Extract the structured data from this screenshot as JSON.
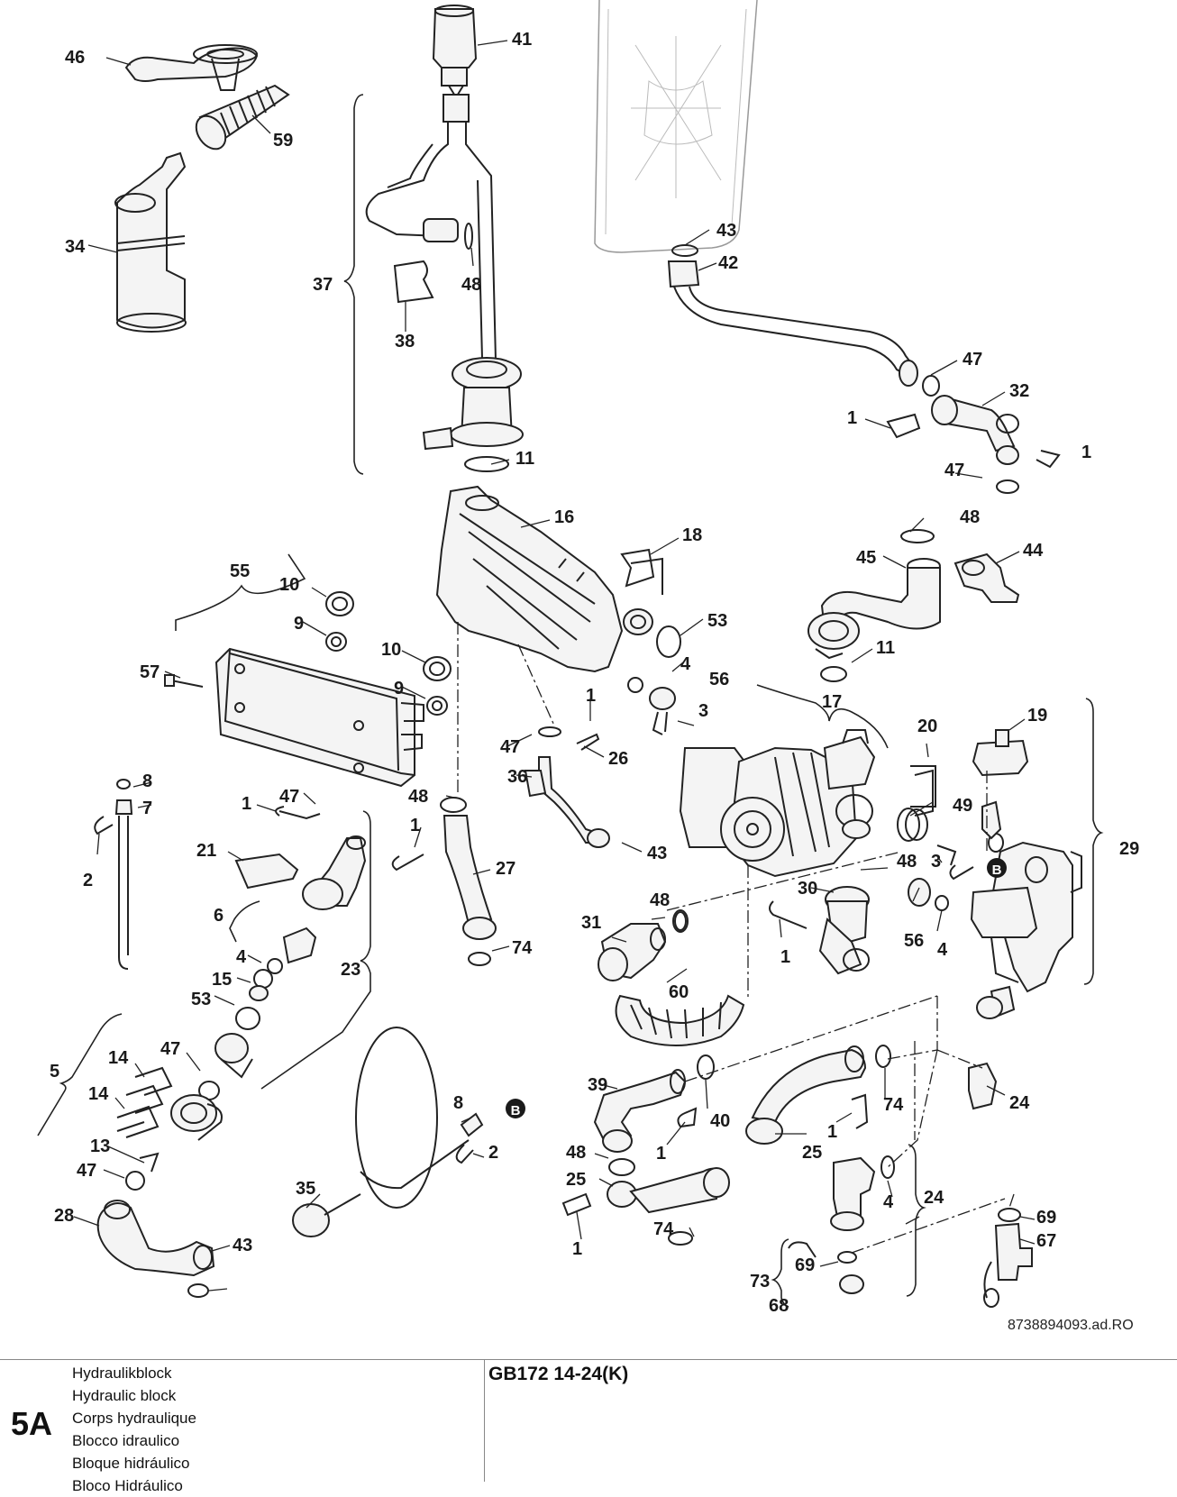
{
  "diagram": {
    "callouts": [
      "1",
      "2",
      "3",
      "4",
      "5",
      "6",
      "7",
      "8",
      "9",
      "10",
      "11",
      "13",
      "14",
      "15",
      "16",
      "17",
      "18",
      "19",
      "20",
      "21",
      "23",
      "24",
      "25",
      "26",
      "27",
      "28",
      "29",
      "30",
      "31",
      "32",
      "34",
      "35",
      "36",
      "37",
      "38",
      "39",
      "40",
      "41",
      "42",
      "43",
      "44",
      "45",
      "46",
      "47",
      "48",
      "49",
      "53",
      "55",
      "56",
      "57",
      "59",
      "60",
      "67",
      "68",
      "69",
      "73",
      "74",
      "B"
    ],
    "document_number": "8738894093.ad.RO"
  },
  "footer": {
    "section_code": "5A",
    "names": [
      "Hydraulikblock",
      "Hydraulic block",
      "Corps hydraulique",
      "Blocco idraulico",
      "Bloque hidráulico",
      "Bloco Hidráulico"
    ],
    "model": "GB172 14-24(K)"
  }
}
